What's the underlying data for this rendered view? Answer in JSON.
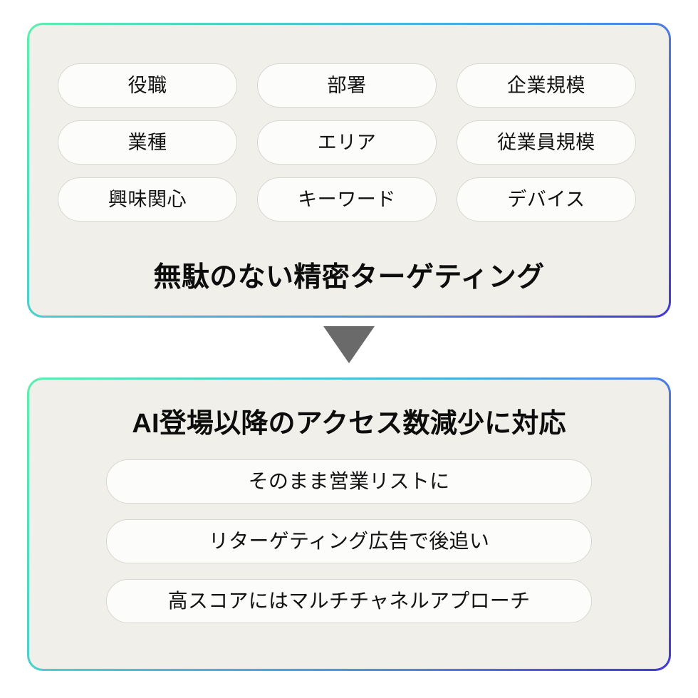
{
  "theme": {
    "page_background": "#ffffff",
    "card_background": "#f0efe9",
    "pill_background": "#fcfcfb",
    "pill_border": "#d8d7d2",
    "text_color": "#121212",
    "arrow_color": "#6a6a6a",
    "gradient_start": "#5cf0b0",
    "gradient_mid_teal": "#49c7d3",
    "gradient_mid_blue": "#4f86e2",
    "gradient_end": "#4339cf"
  },
  "target_card": {
    "name": "targeting-card",
    "tags": [
      {
        "label": "役職"
      },
      {
        "label": "部署"
      },
      {
        "label": "企業規模"
      },
      {
        "label": "業種"
      },
      {
        "label": "エリア"
      },
      {
        "label": "従業員規模"
      },
      {
        "label": "興味関心"
      },
      {
        "label": "キーワード"
      },
      {
        "label": "デバイス"
      }
    ],
    "heading": "無駄のない精密ターゲティング"
  },
  "flow": {
    "arrow_icon": "triangle-down-icon"
  },
  "result_card": {
    "name": "result-card",
    "heading": "AI登場以降のアクセス数減少に対応",
    "actions": [
      {
        "label": "そのまま営業リストに"
      },
      {
        "label": "リターゲティング広告で後追い"
      },
      {
        "label": "高スコアにはマルチチャネルアプローチ"
      }
    ]
  },
  "ghost_strip": {
    "text": ""
  }
}
